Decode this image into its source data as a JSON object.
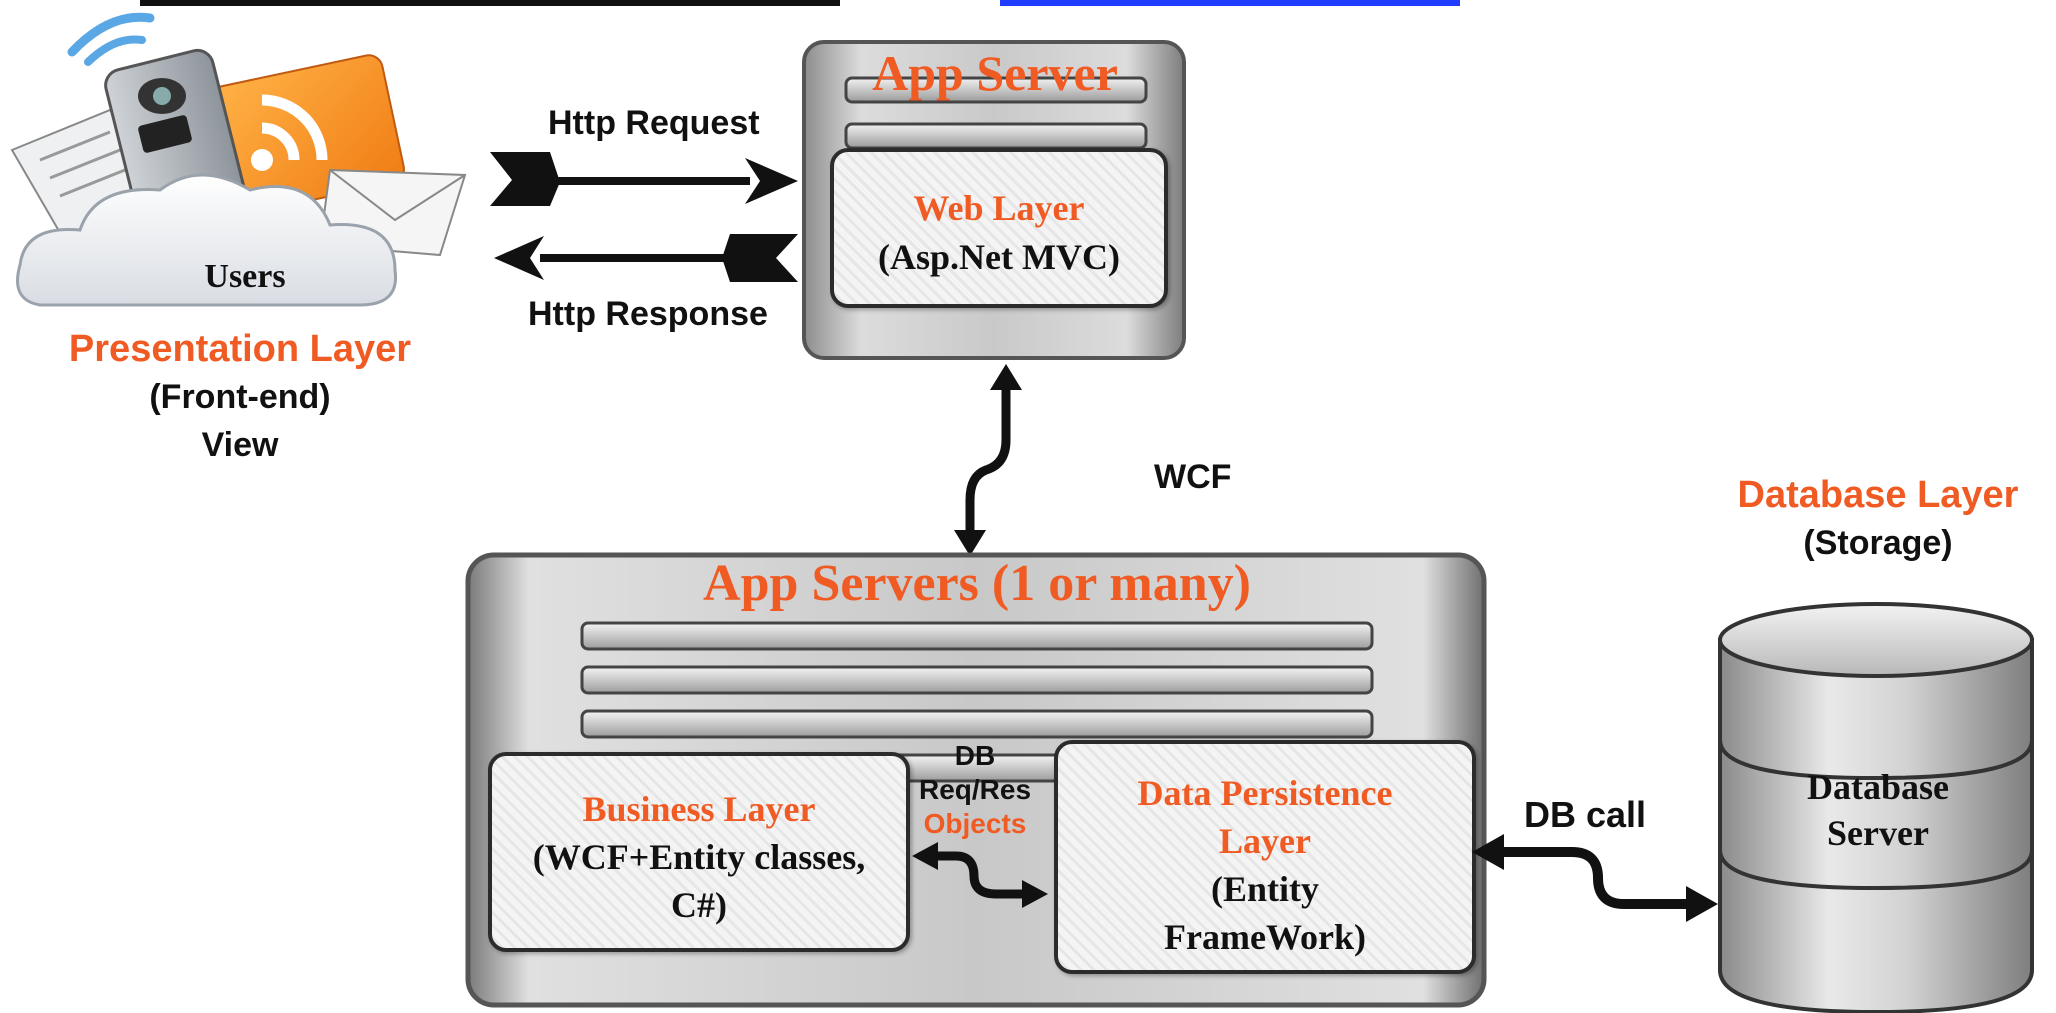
{
  "header": {
    "visible_fragment_left": "...",
    "visible_fragment_right": "..."
  },
  "users": {
    "label": "Users"
  },
  "presentation": {
    "title": "Presentation Layer",
    "sub1": "(Front-end)",
    "sub2": "View"
  },
  "http": {
    "request": "Http Request",
    "response": "Http Response"
  },
  "app_server": {
    "title": "App Server",
    "web_layer": "Web Layer",
    "web_tech": "(Asp.Net MVC)"
  },
  "wcf": {
    "label": "WCF"
  },
  "app_servers": {
    "title": "App Servers (1 or many)"
  },
  "business": {
    "title": "Business Layer",
    "sub1": "(WCF+Entity classes,",
    "sub2": "C#)"
  },
  "db_objects": {
    "line1": "DB",
    "line2": "Req/Res",
    "line3": "Objects"
  },
  "persistence": {
    "line1": "Data Persistence",
    "line2": "Layer",
    "line3": "(Entity",
    "line4": "FrameWork)"
  },
  "db_call": {
    "label": "DB call"
  },
  "database_layer": {
    "title": "Database Layer",
    "sub": "(Storage)"
  },
  "database": {
    "line1": "Database",
    "line2": "Server"
  },
  "colors": {
    "accent_orange": "#f05a23",
    "heading_blue": "#1f3cff",
    "text_black": "#111111"
  }
}
